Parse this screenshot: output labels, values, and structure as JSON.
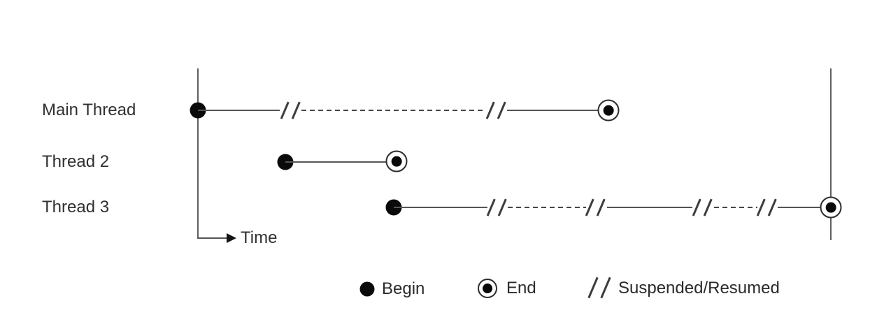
{
  "diagram": {
    "type": "thread-lifecycle-timeline",
    "background_color": "#ffffff",
    "line_color": "#555555",
    "marker_color": "#0a0a0a",
    "text_color": "#2e2e2e",
    "axis": {
      "time_label": "Time"
    },
    "threads": [
      {
        "label": "Main Thread",
        "sequence": [
          "begin",
          "running",
          "suspended",
          "resumed",
          "running",
          "end"
        ]
      },
      {
        "label": "Thread 2",
        "sequence": [
          "begin",
          "running",
          "end"
        ]
      },
      {
        "label": "Thread 3",
        "sequence": [
          "begin",
          "running",
          "suspended",
          "resumed",
          "running",
          "suspended",
          "resumed",
          "running",
          "end"
        ]
      }
    ],
    "legend": [
      {
        "symbol": "filled-dot",
        "label": "Begin"
      },
      {
        "symbol": "circled-dot",
        "label": "End"
      },
      {
        "symbol": "double-slash",
        "label": "Suspended/Resumed"
      }
    ]
  }
}
